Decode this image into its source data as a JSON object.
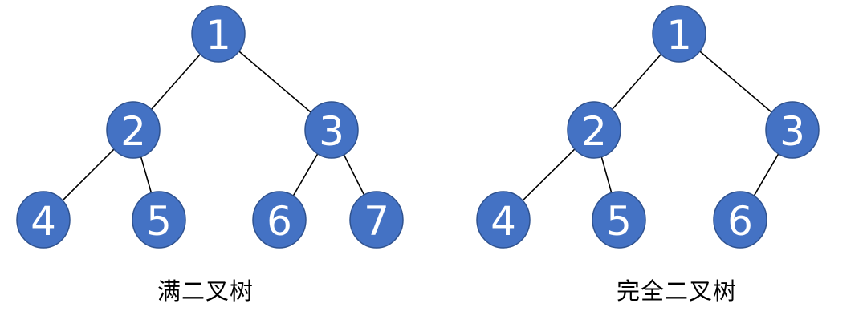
{
  "colors": {
    "node_fill": "#4472c4",
    "node_stroke": "#2f528f",
    "node_text": "#ffffff",
    "edge": "#000000"
  },
  "trees": [
    {
      "caption": "满二叉树",
      "nodes": [
        "1",
        "2",
        "3",
        "4",
        "5",
        "6",
        "7"
      ],
      "edges": [
        [
          "1",
          "2"
        ],
        [
          "1",
          "3"
        ],
        [
          "2",
          "4"
        ],
        [
          "2",
          "5"
        ],
        [
          "3",
          "6"
        ],
        [
          "3",
          "7"
        ]
      ]
    },
    {
      "caption": "完全二叉树",
      "nodes": [
        "1",
        "2",
        "3",
        "4",
        "5",
        "6"
      ],
      "edges": [
        [
          "1",
          "2"
        ],
        [
          "1",
          "3"
        ],
        [
          "2",
          "4"
        ],
        [
          "2",
          "5"
        ],
        [
          "3",
          "6"
        ]
      ]
    }
  ]
}
